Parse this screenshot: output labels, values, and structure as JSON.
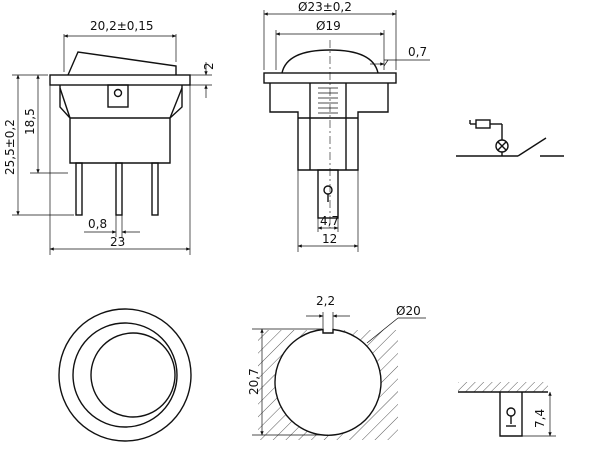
{
  "colors": {
    "ink": "#111111",
    "paper": "#ffffff"
  },
  "dimensions": {
    "front_top_width": "20,2±0,15",
    "front_step": "2",
    "front_height_total": "25,5±0,2",
    "front_height_body": "18,5",
    "pin_width": "0,8",
    "front_width": "23",
    "side_outer_diameter": "Ø23±0,2",
    "side_cap_diameter": "Ø19",
    "side_flange": "0,7",
    "side_terminal_width": "4,7",
    "side_body_width": "12",
    "cutout_tab": "2,2",
    "cutout_diameter": "Ø20",
    "cutout_height": "20,7",
    "mount_height": "7,4"
  }
}
